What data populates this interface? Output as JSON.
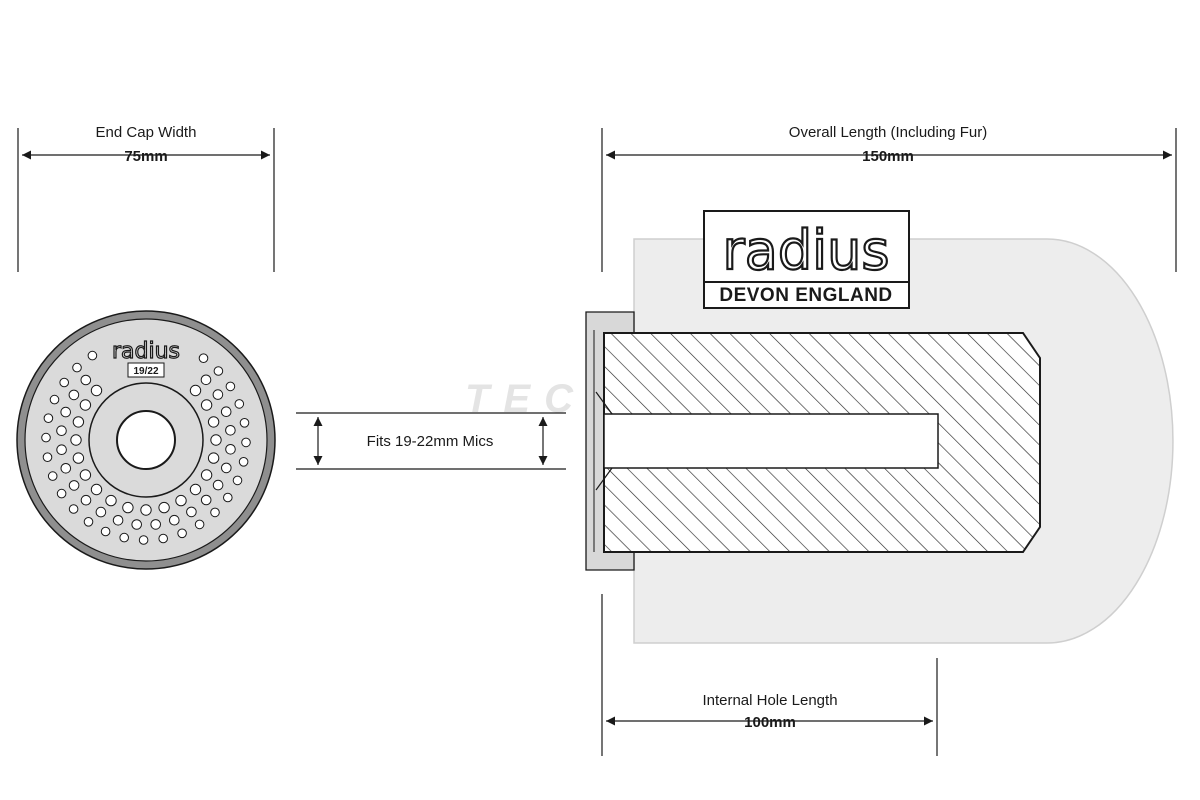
{
  "dimensions": {
    "end_cap_width": {
      "label": "End Cap Width",
      "value": "75mm"
    },
    "overall_length": {
      "label": "Overall Length (Including Fur)",
      "value": "150mm"
    },
    "fits": {
      "label": "Fits 19-22mm Mics"
    },
    "internal_hole_length": {
      "label": "Internal Hole Length",
      "value": "100mm"
    }
  },
  "logo": {
    "brand": "radius",
    "tagline": "DEVON ENGLAND"
  },
  "end_cap": {
    "brand": "radius",
    "size": "19/22"
  },
  "watermark": "TECTT"
}
